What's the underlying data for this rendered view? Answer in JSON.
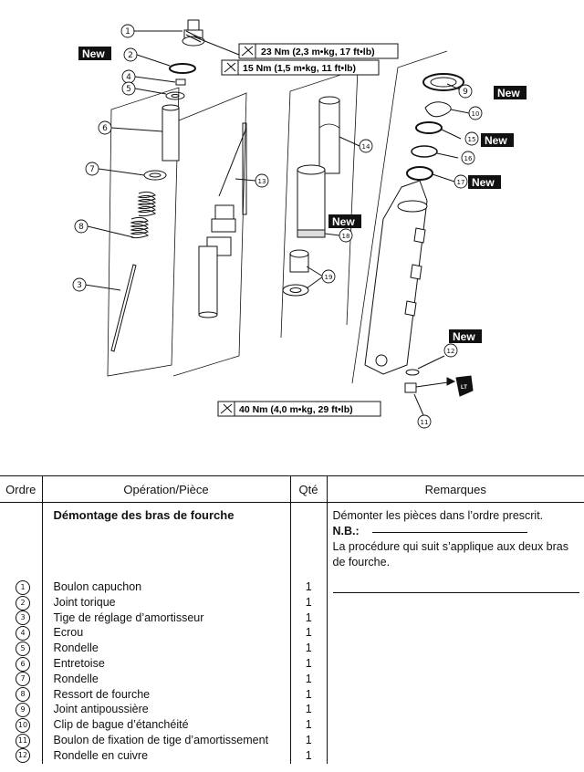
{
  "diagram": {
    "torques": [
      {
        "id": "t1",
        "text": "23 Nm (2,3 m•kg, 17 ft•lb)"
      },
      {
        "id": "t2",
        "text": "15 Nm (1,5 m•kg, 11 ft•lb)"
      },
      {
        "id": "t3",
        "text": "40 Nm (4,0 m•kg, 29 ft•lb)"
      }
    ],
    "new_badge": "New",
    "callouts": [
      "1",
      "2",
      "3",
      "4",
      "5",
      "6",
      "7",
      "8",
      "9",
      "10",
      "11",
      "12",
      "13",
      "14",
      "15",
      "16",
      "17",
      "18",
      "19"
    ],
    "locktite_label": "LT"
  },
  "table": {
    "headers": {
      "ordre": "Ordre",
      "operation": "Opération/Pièce",
      "qte": "Qté",
      "remarques": "Remarques"
    },
    "section_title": "Démontage des bras de fourche",
    "remarks": {
      "line1": "Démonter les pièces dans l’ordre prescrit.",
      "nb": "N.B.:",
      "line2": "La procédure qui suit s’applique aux deux bras de fourche."
    },
    "items": [
      {
        "num": "1",
        "label": "Boulon capuchon",
        "qty": "1"
      },
      {
        "num": "2",
        "label": "Joint torique",
        "qty": "1"
      },
      {
        "num": "3",
        "label": "Tige de réglage d’amortisseur",
        "qty": "1"
      },
      {
        "num": "4",
        "label": "Ecrou",
        "qty": "1"
      },
      {
        "num": "5",
        "label": "Rondelle",
        "qty": "1"
      },
      {
        "num": "6",
        "label": "Entretoise",
        "qty": "1"
      },
      {
        "num": "7",
        "label": "Rondelle",
        "qty": "1"
      },
      {
        "num": "8",
        "label": "Ressort de fourche",
        "qty": "1"
      },
      {
        "num": "9",
        "label": "Joint antipoussière",
        "qty": "1"
      },
      {
        "num": "10",
        "label": "Clip de bague d’étanchéité",
        "qty": "1"
      },
      {
        "num": "11",
        "label": "Boulon de fixation de tige d’amortissement",
        "qty": "1"
      },
      {
        "num": "12",
        "label": "Rondelle en cuivre",
        "qty": "1"
      }
    ]
  }
}
